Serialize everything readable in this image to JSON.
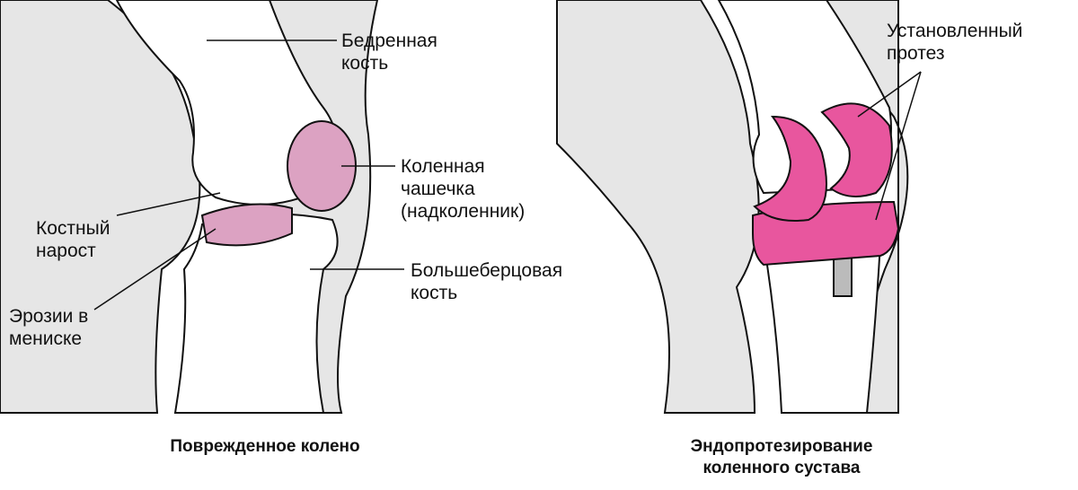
{
  "colors": {
    "background_limb": "#e6e6e6",
    "damaged_cartilage": "#dca2c2",
    "prosthesis": "#e8569e",
    "outline": "#111111"
  },
  "left": {
    "caption": "Поврежденное колено",
    "labels": {
      "femur": "Бедренная\nкость",
      "patella": "Коленная\nчашечка\n(надколенник)",
      "bone_spur": "Костный\nнарост",
      "tibia": "Большеберцовая\nкость",
      "meniscus_erosion": "Эрозии в\nмениске"
    }
  },
  "right": {
    "caption": "Эндопротезирование\nколенного сустава",
    "labels": {
      "prosthesis": "Установленный\nпротез"
    }
  }
}
